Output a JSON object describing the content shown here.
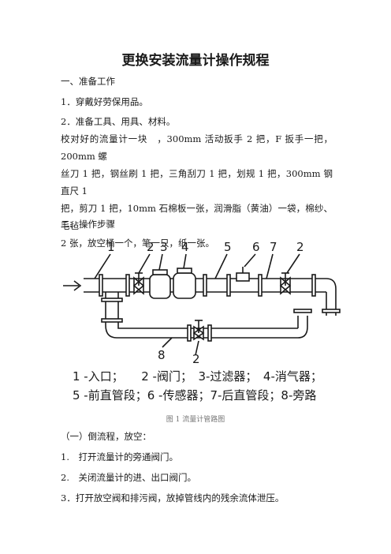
{
  "title": "更换安装流量计操作规程",
  "section1": "一、准备工作",
  "item1": "1．穿戴好劳保用品。",
  "item2": "2．准备工具、用具、材料。",
  "materials_lines": [
    "校对好的流量计一块　，300mm 活动扳手 2 把，F 扳手一把，200mm 螺",
    "丝刀 1 把，钢丝刷 1 把，三角刮刀 1 把，划规 1 把，300mm 钢直尺 1",
    "把，剪刀 1 把，10mm 石棉板一张，润滑脂（黄油）一袋，棉纱、毛毡",
    "2 张，放空桶一个，笔一只，纸一张。"
  ],
  "section2": "二、操作步骤",
  "diagram": {
    "numbers_top": [
      "1",
      "2",
      "3",
      "4",
      "5",
      "6",
      "7",
      "2"
    ],
    "numbers_bottom": [
      "8",
      "2"
    ],
    "legend_line1": "1 -入口；　　2 -阀门；　3-过滤器；　4-消气器；",
    "legend_line2": "5 -前直管段；6 -传感器；7-后直管段；8-旁路"
  },
  "caption": "图 1  流量计管路图",
  "sub1": "（一）倒流程，放空：",
  "step1": "1.　打开流量计的旁通阀门。",
  "step2": "2.　关闭流量计的进、出口阀门。",
  "step3": "3．打开放空阀和排污阀，放掉管线内的残余流体泄压。"
}
